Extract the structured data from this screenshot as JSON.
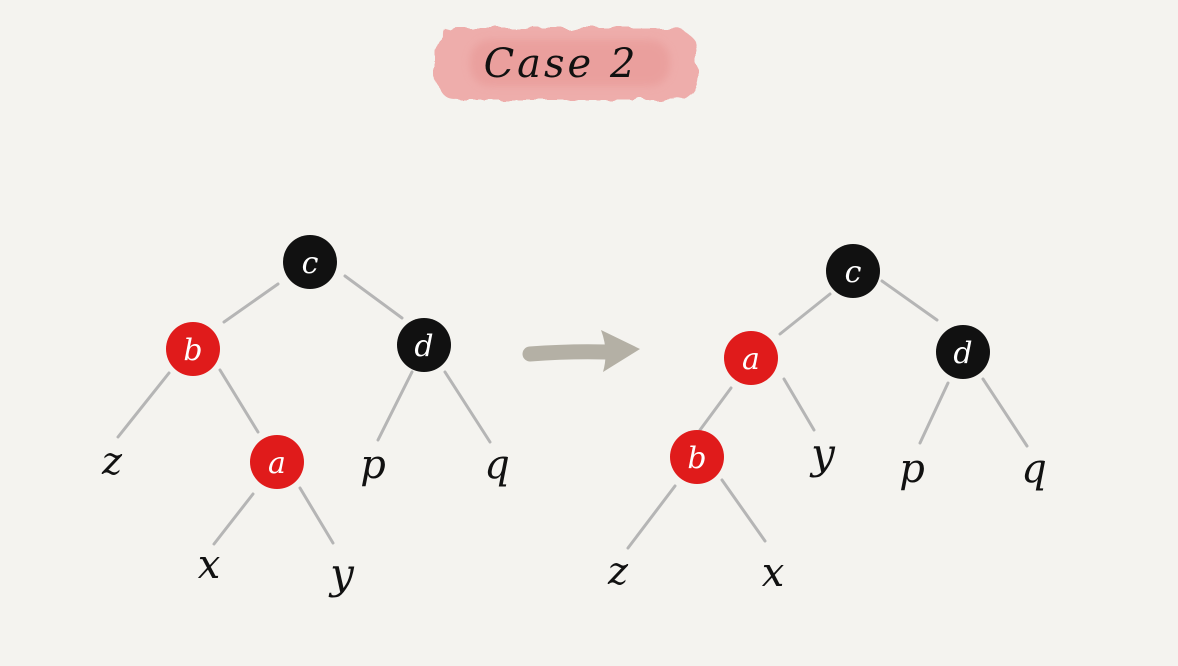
{
  "title": "Case 2",
  "colors": {
    "background": "#f4f3ef",
    "red_node": "#e01b1b",
    "black_node": "#111111",
    "edge": "#b5b5b5",
    "arrow": "#b4b0a5",
    "title_highlight": "#eeaaa8",
    "node_text": "#ffffff",
    "leaf_text": "#111111"
  },
  "before": {
    "nodes": {
      "c": {
        "label": "c",
        "color": "black"
      },
      "b": {
        "label": "b",
        "color": "red"
      },
      "d": {
        "label": "d",
        "color": "black"
      },
      "a": {
        "label": "a",
        "color": "red"
      }
    },
    "leaves": {
      "z": "z",
      "x": "x",
      "y": "y",
      "p": "p",
      "q": "q"
    }
  },
  "after": {
    "nodes": {
      "c": {
        "label": "c",
        "color": "black"
      },
      "a": {
        "label": "a",
        "color": "red"
      },
      "d": {
        "label": "d",
        "color": "black"
      },
      "b": {
        "label": "b",
        "color": "red"
      }
    },
    "leaves": {
      "y": "y",
      "p": "p",
      "q": "q",
      "z": "z",
      "x": "x"
    }
  }
}
